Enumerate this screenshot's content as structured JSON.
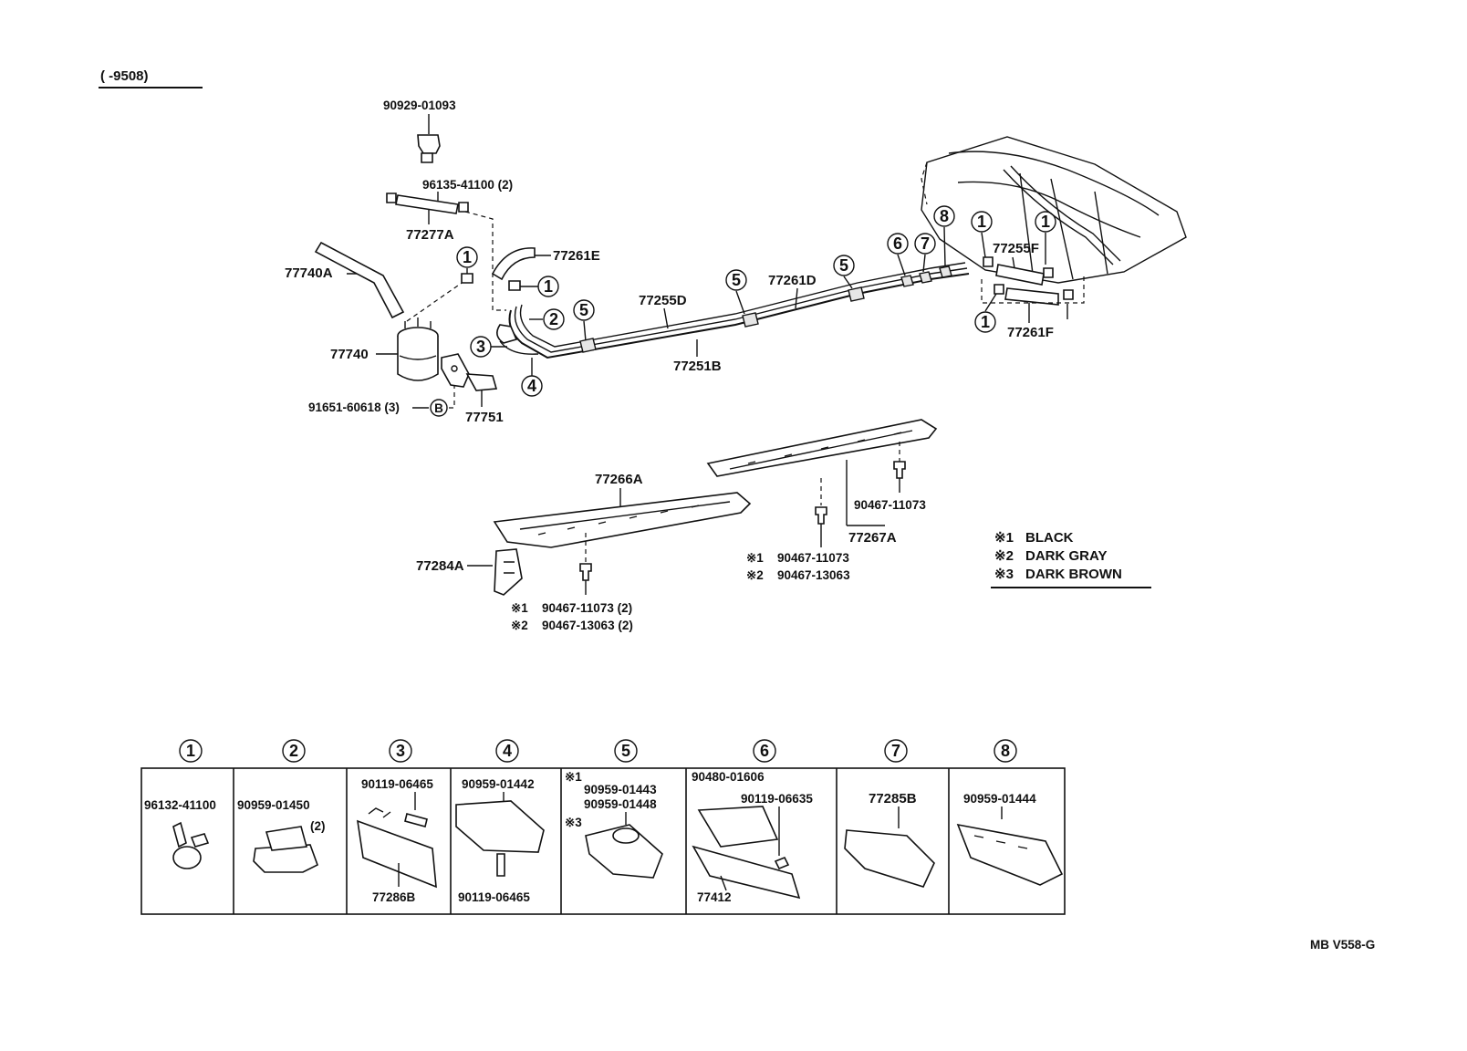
{
  "header": {
    "range_label": "(      -9508)"
  },
  "callouts": {
    "p90929_01093": "90929-01093",
    "p96135_41100": "96135-41100 (2)",
    "p77277A": "77277A",
    "p77740A": "77740A",
    "p77740": "77740",
    "p77261E": "77261E",
    "p77255D": "77255D",
    "p77261D": "77261D",
    "p77251B": "77251B",
    "p77751": "77751",
    "p91651_60618": "91651-60618 (3)",
    "b_marker": "B",
    "p77255F": "77255F",
    "p77261F": "77261F",
    "p77266A": "77266A",
    "p77284A": "77284A",
    "p77267A": "77267A",
    "p90467_11073": "90467-11073",
    "left_bolt_1": "90467-11073 (2)",
    "left_bolt_2": "90467-13063 (2)",
    "mid_bolt_1": "90467-11073",
    "mid_bolt_2": "90467-13063",
    "mark1": "※1",
    "mark2": "※2",
    "mark3": "※3"
  },
  "circle_numbers": [
    "1",
    "2",
    "3",
    "4",
    "5",
    "6",
    "7",
    "8"
  ],
  "legend": [
    {
      "mark": "※1",
      "text": "BLACK"
    },
    {
      "mark": "※2",
      "text": "DARK  GRAY"
    },
    {
      "mark": "※3",
      "text": "DARK  BROWN"
    }
  ],
  "clamp_table": {
    "cells": [
      {
        "num": "1",
        "parts": [
          "96132-41100"
        ]
      },
      {
        "num": "2",
        "parts": [
          "90959-01450",
          "(2)"
        ]
      },
      {
        "num": "3",
        "parts": [
          "90119-06465",
          "77286B"
        ]
      },
      {
        "num": "4",
        "parts": [
          "90959-01442",
          "90119-06465"
        ]
      },
      {
        "num": "5",
        "parts": [
          "※1",
          "90959-01443",
          "90959-01448",
          "※3"
        ]
      },
      {
        "num": "6",
        "parts": [
          "90480-01606",
          "90119-06635",
          "77412"
        ]
      },
      {
        "num": "7",
        "parts": [
          "77285B"
        ]
      },
      {
        "num": "8",
        "parts": [
          "90959-01444"
        ]
      }
    ]
  },
  "footer": {
    "code": "MB  V558-G"
  }
}
